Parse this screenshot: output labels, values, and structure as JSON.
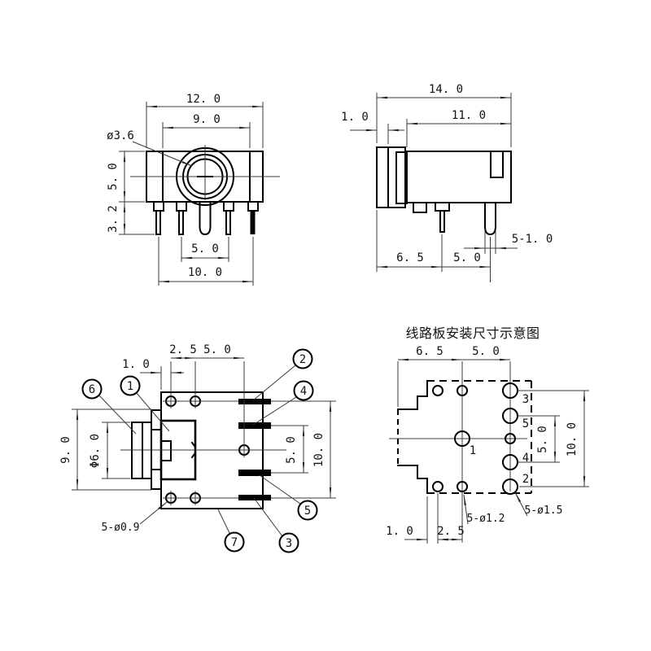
{
  "drawing": {
    "front_view": {
      "dim_overall_width": "12. 0",
      "dim_inner_width": "9. 0",
      "dim_jack_hole_dia": "ø3.6",
      "dim_body_height": "5. 0",
      "dim_pin_length": "3. 2",
      "dim_pin_span_inner": "5. 0",
      "dim_pin_span_outer": "10. 0"
    },
    "side_view": {
      "dim_overall_depth": "14. 0",
      "dim_body_depth": "11. 0",
      "dim_flange_thickness": "1. 0",
      "dim_pin_offset": "6. 5",
      "dim_pin_pitch": "5. 0",
      "dim_pin_width": "5-1. 0"
    },
    "bottom_view": {
      "dim_edge_to_hole": "1. 0",
      "dim_hole_pitch_a": "2. 5",
      "dim_hole_pitch_b": "5. 0",
      "dim_body_height": "9. 0",
      "dim_barrel_dia": "Φ6. 0",
      "dim_terminal_pitch": "5. 0",
      "dim_hole_row_span": "10. 0",
      "dim_mount_hole_dia": "5-ø0.9",
      "callouts": [
        "1",
        "2",
        "3",
        "4",
        "5",
        "6",
        "7"
      ]
    },
    "pcb_view": {
      "title": "线路板安装尺寸示意图",
      "dim_col_offset": "6. 5",
      "dim_col_pitch": "5. 0",
      "dim_row_pitch": "5. 0",
      "dim_row_span": "10. 0",
      "dim_edge_offset": "1. 0",
      "dim_hole_offset": "2. 5",
      "dim_small_hole_dia": "5-ø1.2",
      "dim_large_hole_dia": "5-ø1.5",
      "pin_labels": [
        "3",
        "5",
        "1",
        "4",
        "2"
      ]
    }
  }
}
